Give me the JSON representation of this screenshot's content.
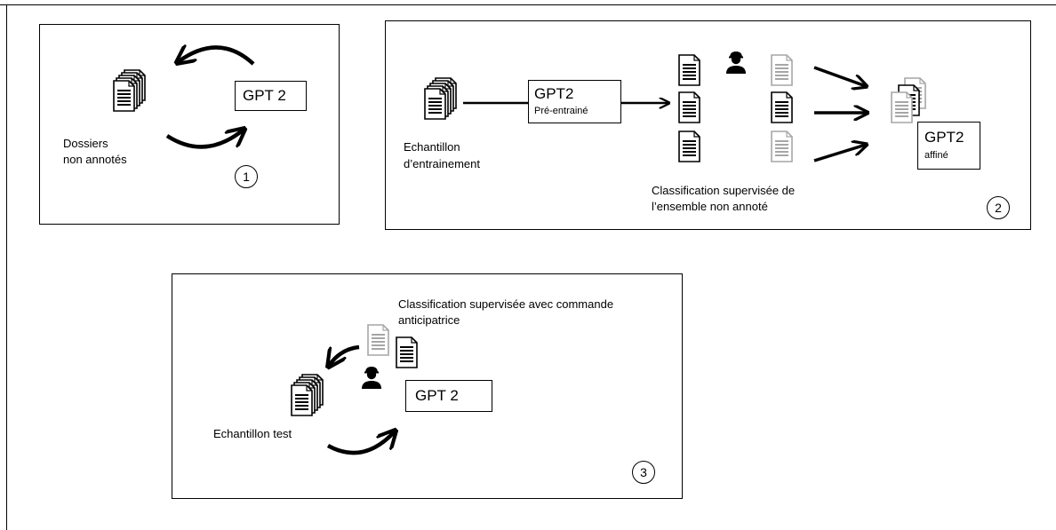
{
  "panel1": {
    "gpt_box": "GPT 2",
    "docs_label_line1": "Dossiers",
    "docs_label_line2": "non annotés",
    "step_number": "1"
  },
  "panel2": {
    "sample_label_line1": "Echantillon",
    "sample_label_line2": "d’entrainement",
    "pretrained_box_title": "GPT2",
    "pretrained_box_sub": "Pré-entrainé",
    "finetuned_box_title": "GPT2",
    "finetuned_box_sub": "affiné",
    "classification_line1": "Classification supervisée  de",
    "classification_line2": "l’ensemble non annoté",
    "step_number": "2"
  },
  "panel3": {
    "classification_line1": "Classification supervisée avec commande",
    "classification_line2": "anticipatrice",
    "gpt_box": "GPT 2",
    "sample_label": "Echantillon test",
    "step_number": "3"
  },
  "icons": {
    "document": "document-icon",
    "document_stack": "document-stack-icon",
    "person": "person-icon",
    "arrow": "arrow-icon"
  },
  "colors": {
    "ink": "#000000",
    "faded_doc": "#a6a6a6"
  }
}
